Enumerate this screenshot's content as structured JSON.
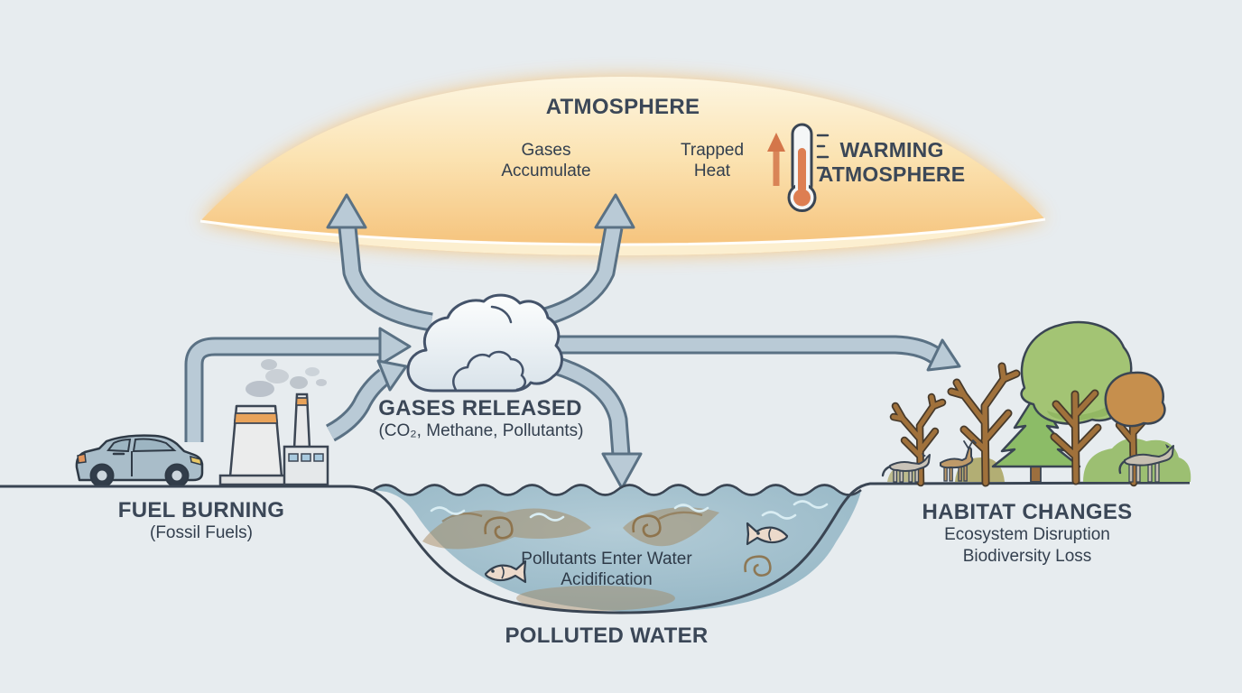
{
  "diagram_title": "Pollution and warming cycle diagram",
  "colors": {
    "background": "#e7ecef",
    "text_dark": "#3b4757",
    "arrow_fill": "#b9cad6",
    "arrow_outline": "#5a7184",
    "atmosphere_glow": "#f6c174",
    "water_blue": "#a9c5d1",
    "pollution_brown": "#a28053",
    "accent_orange": "#e9a35a",
    "thermometer_red": "#d4764a"
  },
  "atmosphere": {
    "title": "ATMOSPHERE",
    "gases_accumulate_line1": "Gases",
    "gases_accumulate_line2": "Accumulate",
    "trapped_heat_line1": "Trapped",
    "trapped_heat_line2": "Heat",
    "warming_line1": "WARMING",
    "warming_line2": "ATMOSPHERE",
    "icons": [
      "up-arrow-icon",
      "thermometer-icon"
    ]
  },
  "fuel_burning": {
    "title": "FUEL BURNING",
    "subtitle": "(Fossil Fuels)",
    "icons": [
      "car-icon",
      "power-plant-icon",
      "smoke-icon"
    ]
  },
  "gases_released": {
    "title": "GASES RELEASED",
    "subtitle": "(CO₂, Methane, Pollutants)",
    "icons": [
      "cloud-icon"
    ]
  },
  "polluted_water": {
    "label_line1": "Pollutants Enter Water",
    "label_line2": "Acidification",
    "title": "POLLUTED WATER",
    "icons": [
      "fish-icon",
      "pollution-swirl-icon",
      "wave-icon"
    ]
  },
  "habitat_changes": {
    "title": "HABITAT CHANGES",
    "line1": "Ecosystem Disruption",
    "line2": "Biodiversity Loss",
    "icons": [
      "bare-tree-icon",
      "pine-tree-icon",
      "leafy-tree-icon",
      "bush-icon",
      "wolf-icon",
      "deer-icon"
    ]
  }
}
